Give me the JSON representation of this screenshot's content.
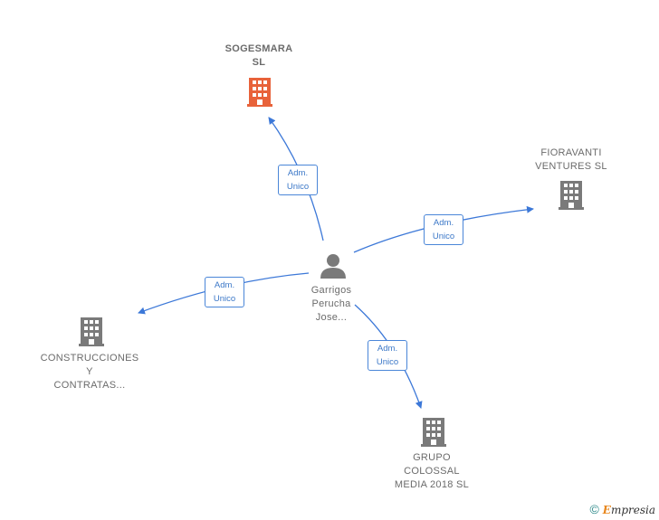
{
  "nodes": {
    "sogesmara": {
      "line1": "SOGESMARA",
      "line2": "SL",
      "icon": "building-icon",
      "color": "#e8623a"
    },
    "fioravanti": {
      "line1": "FIORAVANTI",
      "line2": "VENTURES  SL",
      "icon": "building-icon",
      "color": "#7a7a7a"
    },
    "construcciones": {
      "line1": "CONSTRUCCIONES",
      "line2": "Y",
      "line3": "CONTRATAS...",
      "icon": "building-icon",
      "color": "#7a7a7a"
    },
    "grupo": {
      "line1": "GRUPO",
      "line2": "COLOSSAL",
      "line3": "MEDIA 2018  SL",
      "icon": "building-icon",
      "color": "#7a7a7a"
    },
    "person": {
      "line1": "Garrigos",
      "line2": "Perucha",
      "line3": "Jose...",
      "icon": "person-icon",
      "color": "#7a7a7a"
    }
  },
  "edges": [
    {
      "id": "to-sogesmara",
      "line1": "Adm.",
      "line2": "Unico"
    },
    {
      "id": "to-fioravanti",
      "line1": "Adm.",
      "line2": "Unico"
    },
    {
      "id": "to-construcciones",
      "line1": "Adm.",
      "line2": "Unico"
    },
    {
      "id": "to-grupo",
      "line1": "Adm.",
      "line2": "Unico"
    }
  ],
  "colors": {
    "edge": "#3c78d8",
    "label_border": "#4a86d8"
  },
  "footer": {
    "copyright": "©",
    "brand_initial": "E",
    "brand_rest": "mpresia"
  }
}
